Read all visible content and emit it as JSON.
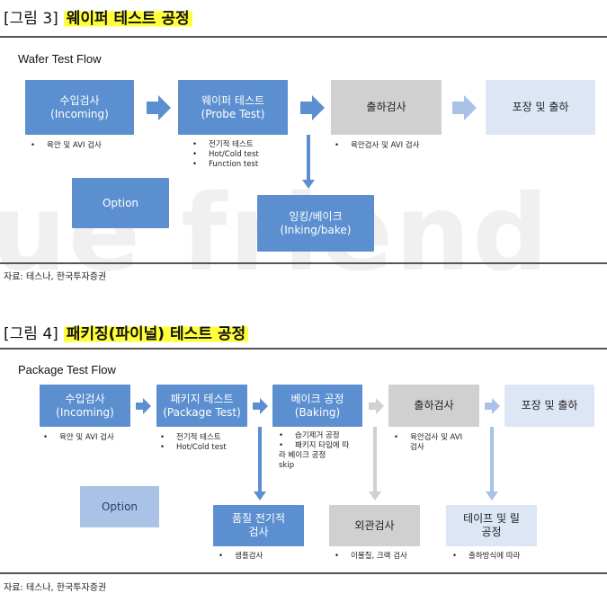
{
  "fig3": {
    "label": "[그림 3]",
    "title": "웨이퍼 테스트 공정",
    "flow_title": "Wafer Test Flow",
    "boxes": {
      "incoming": {
        "line1": "수입검사",
        "line2": "(Incoming)"
      },
      "probe": {
        "line1": "웨이퍼 테스트",
        "line2": "(Probe Test)"
      },
      "outgoing": {
        "line1": "출하검사"
      },
      "pack": {
        "line1": "포장 및 출하"
      },
      "option": {
        "line1": "Option"
      },
      "inking": {
        "line1": "잉킹/베이크",
        "line2": "(Inking/bake)"
      }
    },
    "bullets": {
      "incoming": [
        "육안 및 AVI 검사"
      ],
      "probe": [
        "전기적 테스트",
        "Hot/Cold test",
        "Function test"
      ],
      "outgoing": [
        "육안검사 및 AVI 검사"
      ]
    },
    "source": "자료: 테스나, 한국투자증권"
  },
  "fig4": {
    "label": "[그림 4]",
    "title": "패키징(파이널) 테스트 공정",
    "flow_title": "Package Test Flow",
    "boxes": {
      "incoming": {
        "line1": "수입검사",
        "line2": "(Incoming)"
      },
      "package": {
        "line1": "패키지 테스트",
        "line2": "(Package Test)"
      },
      "baking": {
        "line1": "베이크 공정",
        "line2": "(Baking)"
      },
      "outgoing": {
        "line1": "출하검사"
      },
      "pack": {
        "line1": "포장 및 출하"
      },
      "option": {
        "line1": "Option"
      },
      "quality": {
        "line1": "품질 전기적",
        "line2": "검사"
      },
      "visual": {
        "line1": "외관검사"
      },
      "tape": {
        "line1": "테이프 및 릴",
        "line2": "공정"
      }
    },
    "bullets": {
      "incoming": [
        "육안 및 AVI 검사"
      ],
      "package": [
        "전기적 테스트",
        "Hot/Cold test"
      ],
      "baking": [
        "습기제거 공정",
        "패키지 타입에 따",
        "라 베이크 공정",
        "skip"
      ],
      "outgoing": [
        "육안검사 및 AVI",
        "검사"
      ],
      "quality": [
        "샘플검사"
      ],
      "visual": [
        "이물질, 크랙 검사"
      ],
      "tape": [
        "출하방식에 따라"
      ]
    },
    "source": "자료: 테스나, 한국투자증권"
  },
  "watermark": "ue friend",
  "colors": {
    "dark_blue": "#5b8fd0",
    "mid_blue": "#a9c2e6",
    "gray": "#d0d0d0",
    "pale_blue": "#dde6f5",
    "highlight": "#ffff3a"
  }
}
